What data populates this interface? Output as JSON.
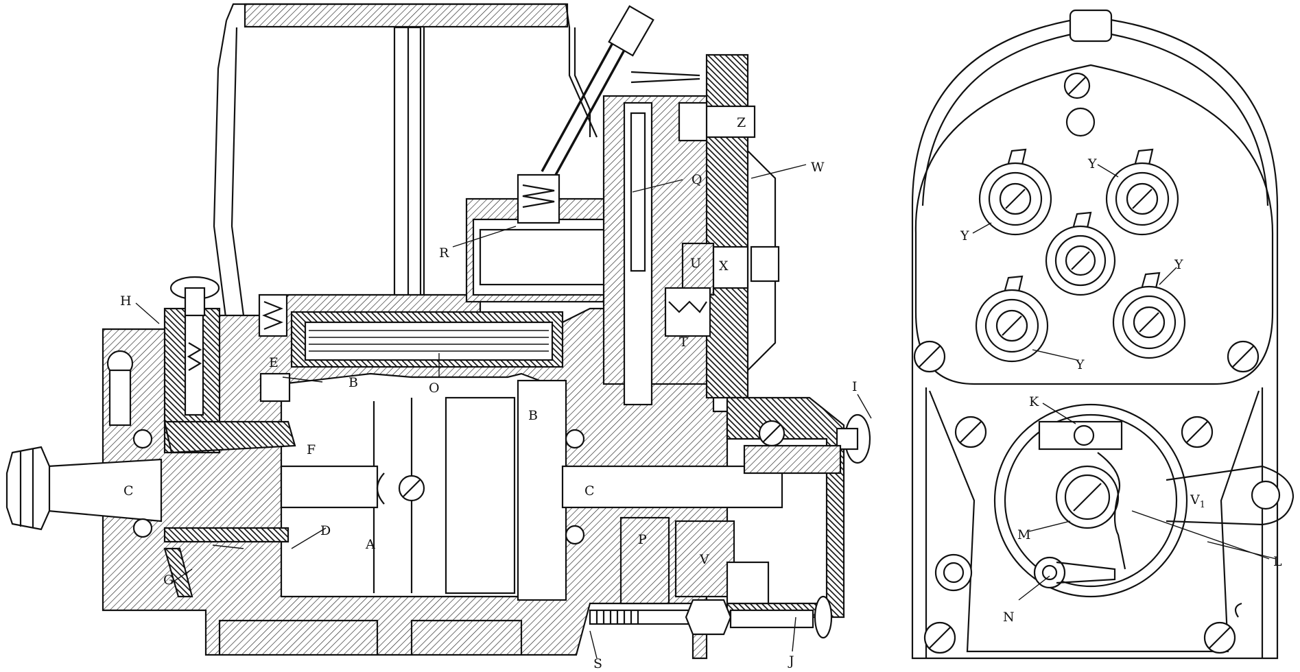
{
  "labels": {
    "H": "H",
    "E": "E",
    "B_upper": "B",
    "O": "O",
    "B_right": "B",
    "F": "F",
    "C_left": "C",
    "C_right": "C",
    "D": "D",
    "A": "A",
    "G": "G",
    "P": "P",
    "V": "V",
    "S": "S",
    "J": "J",
    "I": "I",
    "R": "R",
    "Q": "Q",
    "Z": "Z",
    "W": "W",
    "U": "U",
    "X": "X",
    "T": "T",
    "Y1": "Y",
    "Y2": "Y",
    "Y3": "Y",
    "Y4": "Y",
    "K": "K",
    "M": "M",
    "N": "N",
    "L": "L",
    "V1_main": "V",
    "V1_sub": "1"
  },
  "colors": {
    "ink": "#111111",
    "paper": "#ffffff"
  }
}
